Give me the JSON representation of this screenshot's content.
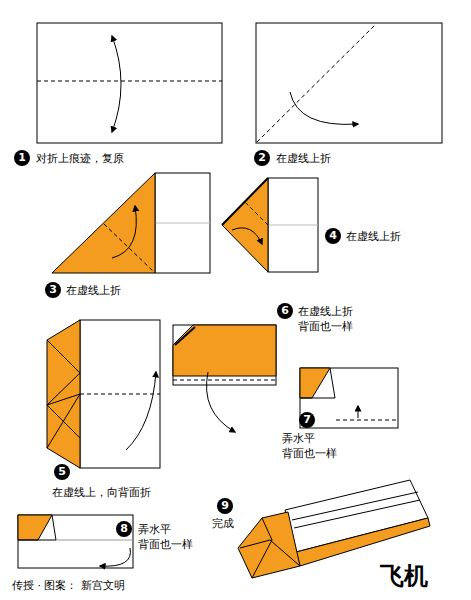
{
  "diagram": {
    "title": "飞机",
    "labels": [
      "1",
      "对折上痕迹，复原",
      "2",
      "在虚线上折",
      "3",
      "在虚线上折",
      "4",
      "在虚线上折",
      "5",
      "在虚线上，向背面折",
      "6",
      "在虚线上折 背面也一样",
      "7",
      "弄水平 背面也一样",
      "8",
      "弄水平 背面也一样",
      "9",
      "完成",
      "传授 · 图案： 新宫文明"
    ]
  }
}
